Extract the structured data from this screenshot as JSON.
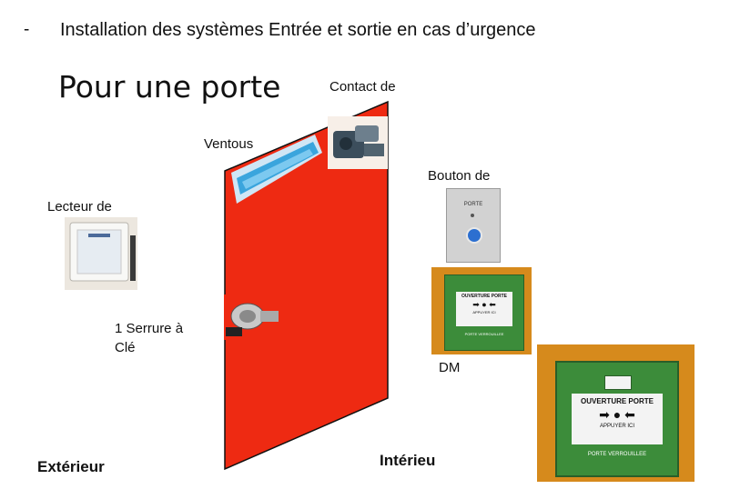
{
  "slide": {
    "bullet": "-",
    "heading": "Installation des systèmes Entrée et sortie en cas d’urgence",
    "subtitle": "Pour une porte"
  },
  "labels": {
    "contact": "Contact de",
    "ventous": "Ventous",
    "bouton": "Bouton de",
    "lecteur": "Lecteur de",
    "serrure_line1": "1 Serrure à",
    "serrure_line2": "Clé",
    "dm": "DM",
    "exterieur": "Extérieur",
    "interieur": "Intérieu"
  },
  "device_text": {
    "bouton_plate": "PORTE",
    "dm_title": "OUVERTURE PORTE",
    "dm_sub": "APPUYER ICI",
    "dm_footer": "PORTE VERROUILLEE"
  },
  "colors": {
    "door": "#ee2a12",
    "dm_green": "#3c8c3a",
    "dm_orange": "#d68a1c"
  }
}
